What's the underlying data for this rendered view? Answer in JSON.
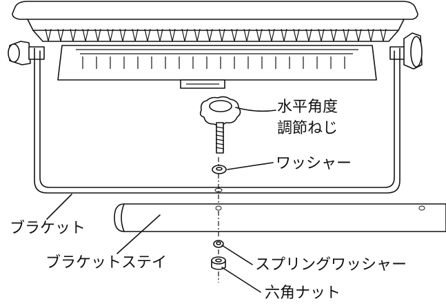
{
  "labels": {
    "angle_knob": [
      "水平角度",
      "調節ねじ"
    ],
    "washer": "ワッシャー",
    "bracket": "ブラケット",
    "bracket_stay": "ブラケットステイ",
    "spring_washer": "スプリングワッシャー",
    "hex_nut": "六角ナット"
  }
}
